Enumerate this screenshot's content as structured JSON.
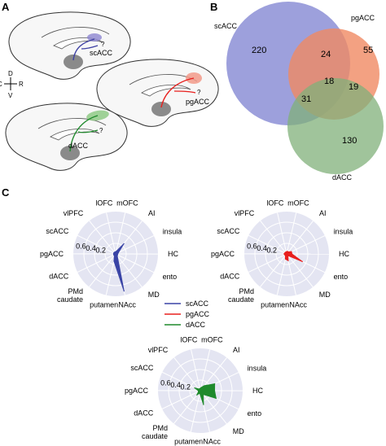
{
  "panels": {
    "a": {
      "letter": "A",
      "compass": {
        "up": "D",
        "down": "V",
        "left": "C",
        "right": "R"
      },
      "brains": [
        {
          "label": "scACC",
          "color": "#3d3fa3",
          "highlight": "#8c84d0"
        },
        {
          "label": "pgACC",
          "color": "#e8201e",
          "highlight": "#f29a8a"
        },
        {
          "label": "dACC",
          "color": "#1f8a2c",
          "highlight": "#8fca86"
        }
      ],
      "question_mark": "?"
    },
    "b": {
      "letter": "B",
      "sets": [
        {
          "name": "scACC",
          "color": "#8c8fd6"
        },
        {
          "name": "pgACC",
          "color": "#f08a63"
        },
        {
          "name": "dACC",
          "color": "#80b07a"
        }
      ],
      "regions": {
        "scACC_only": "220",
        "pgACC_only": "55",
        "dACC_only": "130",
        "scACC_pgACC": "24",
        "pgACC_dACC": "19",
        "scACC_dACC": "31",
        "all_three": "18"
      }
    },
    "c": {
      "letter": "C",
      "legend": [
        {
          "label": "scACC",
          "color": "#3a44a6"
        },
        {
          "label": "pgACC",
          "color": "#e8201e"
        },
        {
          "label": "dACC",
          "color": "#1f8a2c"
        }
      ]
    }
  },
  "chart_data": {
    "type": "radar",
    "categories": [
      "mOFC",
      "AI",
      "insula",
      "HC",
      "ento",
      "MD",
      "NAcc",
      "putamen",
      "PMd caudate",
      "dACC",
      "pgACC",
      "scACC",
      "vlPFC",
      "lOFC"
    ],
    "radial_ticks": [
      "0.2",
      "0.4",
      "0.6"
    ],
    "rmax": 0.8,
    "series": [
      {
        "name": "scACC",
        "color": "#3a44a6",
        "values": [
          0.05,
          0.25,
          0.06,
          0.04,
          0.04,
          0.05,
          0.72,
          0.14,
          0.04,
          0.04,
          0.04,
          0.04,
          0.04,
          0.04
        ]
      },
      {
        "name": "pgACC",
        "color": "#e8201e",
        "values": [
          0.05,
          0.05,
          0.1,
          0.1,
          0.33,
          0.04,
          0.13,
          0.1,
          0.04,
          0.04,
          0.05,
          0.04,
          0.04,
          0.04
        ]
      },
      {
        "name": "dACC",
        "color": "#1f8a2c",
        "values": [
          0.06,
          0.12,
          0.3,
          0.27,
          0.33,
          0.09,
          0.27,
          0.05,
          0.1,
          0.04,
          0.04,
          0.12,
          0.04,
          0.04
        ]
      }
    ]
  }
}
